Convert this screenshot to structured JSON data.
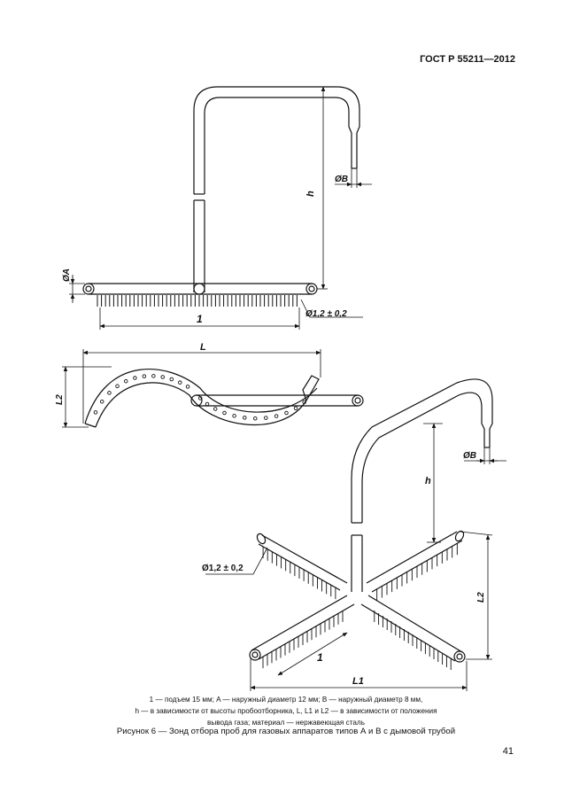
{
  "document": {
    "standard": "ГОСТ Р 55211—2012",
    "page_number": "41"
  },
  "figure": {
    "labels": {
      "h": "h",
      "dB": "ØB",
      "dA": "ØA",
      "one": "1",
      "hole": "Ø1,2 ± 0,2",
      "L": "L",
      "L1": "L1",
      "L2": "L2"
    },
    "legend": [
      "1 — подъем 15 мм; A — наружный диаметр 12 мм; B — наружный диаметр 8 мм,",
      "h — в зависимости от высоты пробоотборника, L, L1 и L2 — в зависимости от положения",
      "вывода газа; материал — нержавеющая сталь"
    ],
    "caption": "Рисунок 6 — Зонд отбора проб для газовых аппаратов типов А и В с дымовой трубой"
  }
}
